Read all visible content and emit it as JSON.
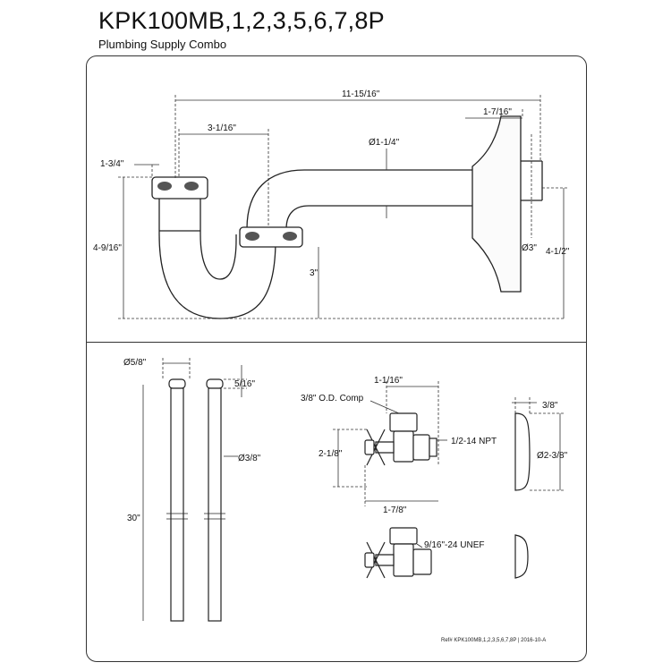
{
  "header": {
    "title": "KPK100MB,1,2,3,5,6,7,8P",
    "subtitle": "Plumbing Supply Combo"
  },
  "p_trap": {
    "dim_overall_length": "11-15/16\"",
    "dim_flange_depth": "1-7/16\"",
    "dim_inlet_offset": "3-1/16\"",
    "dim_pipe_diameter": "Ø1-1/4\"",
    "dim_slip_nut": "1-3/4\"",
    "dim_overall_height": "4-9/16\"",
    "dim_flange_diameter": "Ø3\"",
    "dim_outlet_height": "4-1/2\"",
    "dim_trap_depth": "3\""
  },
  "supply_tubes": {
    "dim_head_diameter": "Ø5/8\"",
    "dim_head_length": "5/16\"",
    "dim_tube_diameter": "Ø3/8\"",
    "dim_length": "30\""
  },
  "angle_valve": {
    "dim_outlet_offset": "1-1/16\"",
    "label_compression": "3/8\" O.D. Comp",
    "label_npt": "1/2-14  NPT",
    "dim_height": "2-1/8\"",
    "dim_depth": "1-7/8\"",
    "label_unef": "9/16\"-24 UNEF"
  },
  "escutcheon": {
    "dim_depth": "3/8\"",
    "dim_diameter": "Ø2-3/8\""
  },
  "footer": {
    "reference": "Ref# KPK100MB,1,2,3,5,6,7,8P | 2016-10-A"
  }
}
